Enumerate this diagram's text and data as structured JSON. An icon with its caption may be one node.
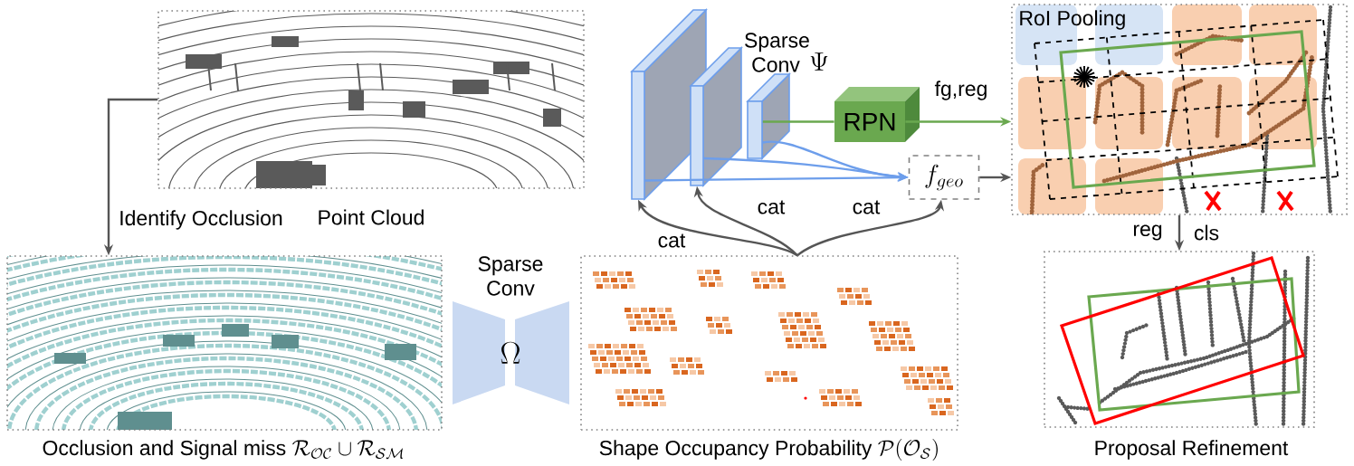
{
  "diagram": {
    "nodes": [
      {
        "text": [
          "Point Cloud"
        ]
      },
      {
        "text": [
          "Occlusion and Signal miss",
          "\\mathcal{R}_{\\mathcal{OC}} \\cup \\mathcal{R}_{\\mathcal{SM}}"
        ]
      },
      {
        "text": [
          "Sparse Conv",
          "\\Omega"
        ]
      },
      {
        "text": [
          "Shape Occupancy Probability",
          "\\mathcal{P}(\\mathcal{O}_{\\mathcal{S}})"
        ]
      },
      {
        "text": [],
        "shape": "box"
      },
      {
        "text": [],
        "shape": "box"
      },
      {
        "text": [],
        "shape": "box"
      },
      {
        "text": [
          "RPN"
        ]
      },
      {
        "text": [
          "f_{geo}"
        ]
      },
      {
        "text": [
          "RoI Pooling"
        ]
      },
      {
        "text": [
          "Proposal Refinement"
        ]
      }
    ],
    "edges": [
      {
        "from": 0,
        "to": 1,
        "arrow": "to",
        "label": "Identify Occlusion"
      },
      {
        "from": 3,
        "to": 4,
        "arrow": "to",
        "label": "cat"
      },
      {
        "from": 3,
        "to": 5,
        "arrow": "to",
        "label": "cat"
      },
      {
        "from": 3,
        "to": 8,
        "arrow": "to",
        "label": "cat"
      },
      {
        "from": 6,
        "to": 7,
        "arrow": "none",
        "color": "#6aa84f"
      },
      {
        "from": 7,
        "to": 9,
        "arrow": "to",
        "label": "fg,reg",
        "color": "#6aa84f"
      },
      {
        "from": 4,
        "to": 8,
        "arrow": "to",
        "color": "#6d9eeb"
      },
      {
        "from": 5,
        "to": 8,
        "arrow": "to",
        "color": "#6d9eeb"
      },
      {
        "from": 6,
        "to": 8,
        "arrow": "to",
        "color": "#6d9eeb"
      },
      {
        "from": 8,
        "to": 9,
        "arrow": "to"
      },
      {
        "from": 9,
        "to": 10,
        "arrow": "to",
        "label": "reg"
      }
    ],
    "labels": [
      "Sparse Conv",
      "\\Psi",
      "cls"
    ]
  }
}
